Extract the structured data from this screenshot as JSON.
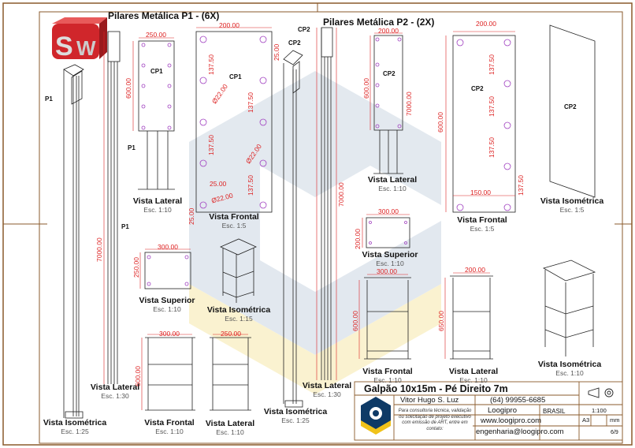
{
  "titles": {
    "p1": "Pilares Metálica P1 - (6X)",
    "p2": "Pilares Metálica P2 - (2X)"
  },
  "views": [
    {
      "name": "Vista Lateral",
      "scale": "Esc. 1:10"
    },
    {
      "name": "Vista Frontal",
      "scale": "Esc. 1:5"
    },
    {
      "name": "Vista Lateral",
      "scale": "Esc. 1:30"
    },
    {
      "name": "Vista Isométrica",
      "scale": "Esc. 1:25"
    },
    {
      "name": "Vista Superior",
      "scale": "Esc. 1:10"
    },
    {
      "name": "Vista Isométrica",
      "scale": "Esc. 1:15"
    },
    {
      "name": "Vista Frontal",
      "scale": "Esc. 1:10"
    },
    {
      "name": "Vista Lateral",
      "scale": "Esc. 1:10"
    },
    {
      "name": "Vista Lateral",
      "scale": "Esc. 1:30"
    },
    {
      "name": "Vista Isométrica",
      "scale": "Esc. 1:25"
    },
    {
      "name": "Vista Lateral",
      "scale": "Esc. 1:10"
    },
    {
      "name": "Vista Frontal",
      "scale": "Esc. 1:5"
    },
    {
      "name": "Vista Isométrica",
      "scale": "Esc. 1:5"
    },
    {
      "name": "Vista Superior",
      "scale": "Esc. 1:10"
    },
    {
      "name": "Vista Frontal",
      "scale": "Esc. 1:10"
    },
    {
      "name": "Vista Lateral",
      "scale": "Esc. 1:10"
    },
    {
      "name": "Vista Isométrica",
      "scale": "Esc. 1:10"
    }
  ],
  "labels": {
    "p1": "P1",
    "cp1": "CP1",
    "cp2": "CP2"
  },
  "dims": {
    "d250": "250.00",
    "d200": "200.00",
    "d600": "600.00",
    "d137": "137.50",
    "d25": "25.00",
    "dia22": "Ø22.00",
    "d7000": "7000.00",
    "d300": "300.00",
    "d150": "150.00",
    "d650": "650.00"
  },
  "title_block": {
    "title": "Galpão 10x15m - Pé Direito 7m",
    "author": "Vitor Hugo S. Luz",
    "phone": "(64) 99955-6685",
    "note": "Para consultoria técnica, validação ou solicitação de projeto executivo com emissão de ART, entre em contato:",
    "company": "Loogipro",
    "country": "BRASIL",
    "sheet_size": "A3",
    "scale": "1:100",
    "unit": "mm",
    "website": "www.loogipro.com",
    "email": "engenharia@loogipro.com",
    "page": "6/9"
  },
  "colors": {
    "frame": "#8a5a2b",
    "dimension": "#d22222",
    "hole": "#a040c0",
    "watermark": "#c9d6e3"
  }
}
